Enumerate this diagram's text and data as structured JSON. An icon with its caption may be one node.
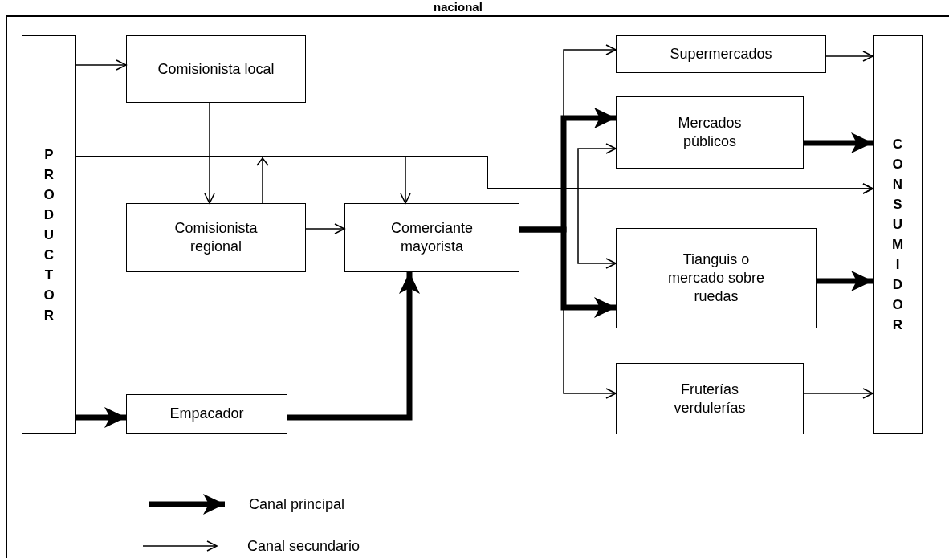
{
  "diagram": {
    "title": "nacional",
    "nodes": [
      {
        "text": [
          "PRODUCTOR"
        ]
      },
      {
        "text": [
          "Comisionista local"
        ]
      },
      {
        "text": [
          "Comisionista regional"
        ]
      },
      {
        "text": [
          "Comerciante mayorista"
        ]
      },
      {
        "text": [
          "Empacador"
        ]
      },
      {
        "text": [
          "Supermercados"
        ]
      },
      {
        "text": [
          "Mercados públicos"
        ]
      },
      {
        "text": [
          "Tianguis o mercado sobre ruedas"
        ]
      },
      {
        "text": [
          "Fruterías verdulerías"
        ]
      },
      {
        "text": [
          "CONSUMIDOR"
        ]
      }
    ],
    "edges": [
      {
        "from": 0,
        "to": 1,
        "arrow": "to"
      },
      {
        "from": 1,
        "to": 2,
        "arrow": "to"
      },
      {
        "from": 0,
        "to": 3,
        "arrow": "to"
      },
      {
        "from": 0,
        "to": 6,
        "arrow": "to"
      },
      {
        "from": 0,
        "to": 7,
        "arrow": "to"
      },
      {
        "from": 0,
        "to": 9,
        "arrow": "to"
      },
      {
        "from": 2,
        "to": 9,
        "arrow": "to"
      },
      {
        "from": 2,
        "to": 3,
        "arrow": "to"
      },
      {
        "from": 0,
        "to": 4,
        "arrow": "to",
        "style": "thick"
      },
      {
        "from": 4,
        "to": 3,
        "arrow": "to",
        "style": "thick"
      },
      {
        "from": 3,
        "to": 5,
        "arrow": "to"
      },
      {
        "from": 3,
        "to": 6,
        "arrow": "to",
        "style": "thick"
      },
      {
        "from": 3,
        "to": 7,
        "arrow": "to",
        "style": "thick"
      },
      {
        "from": 3,
        "to": 8,
        "arrow": "to"
      },
      {
        "from": 5,
        "to": 9,
        "arrow": "to"
      },
      {
        "from": 6,
        "to": 9,
        "arrow": "to",
        "style": "thick"
      },
      {
        "from": 7,
        "to": 9,
        "arrow": "to",
        "style": "thick"
      },
      {
        "from": 8,
        "to": 9,
        "arrow": "to"
      }
    ],
    "legend": [
      {
        "text": "Canal principal"
      },
      {
        "text": "Canal secundario"
      }
    ]
  }
}
